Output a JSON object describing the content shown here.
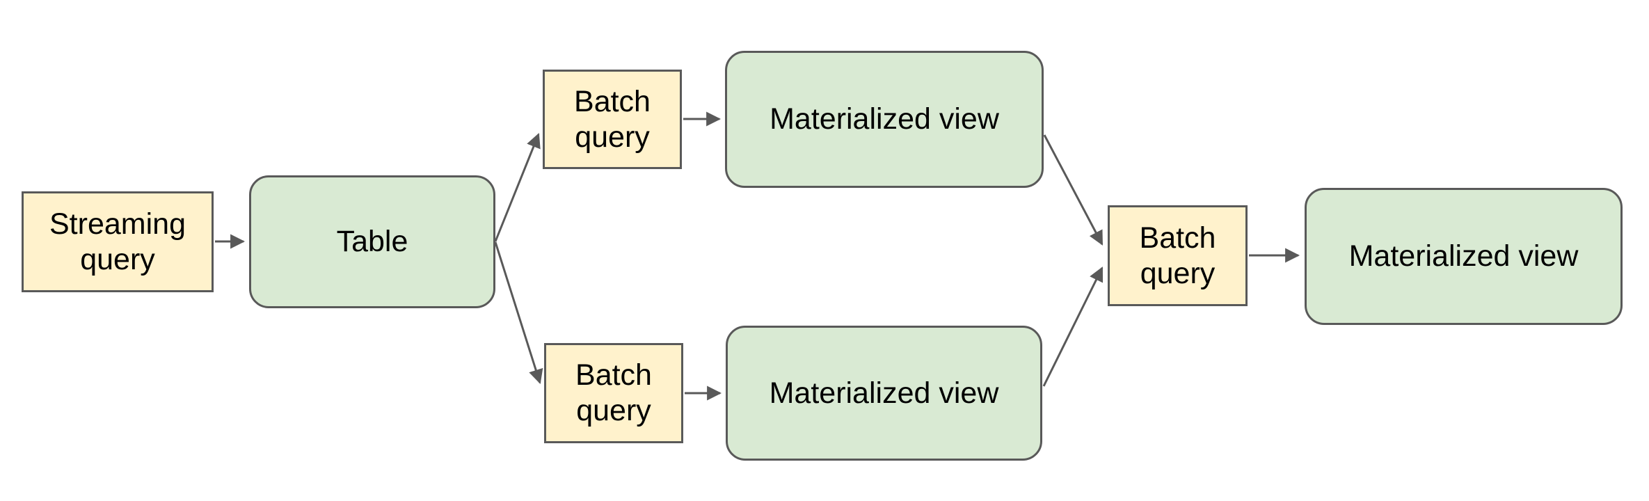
{
  "diagram": {
    "colors": {
      "query_node_fill": "#FFF2CC",
      "storage_node_fill": "#D9EAD3",
      "node_border": "#595959",
      "arrow": "#595959",
      "text": "#000000",
      "background": "#FFFFFF"
    },
    "nodes": [
      {
        "id": "streaming-query",
        "label": "Streaming query",
        "kind": "query",
        "shape": "rectangle"
      },
      {
        "id": "table",
        "label": "Table",
        "kind": "storage",
        "shape": "rounded-rectangle"
      },
      {
        "id": "batch-query-top",
        "label": "Batch query",
        "kind": "query",
        "shape": "rectangle"
      },
      {
        "id": "materialized-view-top",
        "label": "Materialized view",
        "kind": "storage",
        "shape": "rounded-rectangle"
      },
      {
        "id": "batch-query-bottom",
        "label": "Batch query",
        "kind": "query",
        "shape": "rectangle"
      },
      {
        "id": "materialized-view-bottom",
        "label": "Materialized view",
        "kind": "storage",
        "shape": "rounded-rectangle"
      },
      {
        "id": "batch-query-center",
        "label": "Batch query",
        "kind": "query",
        "shape": "rectangle"
      },
      {
        "id": "materialized-view-right",
        "label": "Materialized view",
        "kind": "storage",
        "shape": "rounded-rectangle"
      }
    ],
    "edges": [
      {
        "from": "streaming-query",
        "to": "table"
      },
      {
        "from": "table",
        "to": "batch-query-top"
      },
      {
        "from": "table",
        "to": "batch-query-bottom"
      },
      {
        "from": "batch-query-top",
        "to": "materialized-view-top"
      },
      {
        "from": "batch-query-bottom",
        "to": "materialized-view-bottom"
      },
      {
        "from": "materialized-view-top",
        "to": "batch-query-center"
      },
      {
        "from": "materialized-view-bottom",
        "to": "batch-query-center"
      },
      {
        "from": "batch-query-center",
        "to": "materialized-view-right"
      }
    ]
  }
}
